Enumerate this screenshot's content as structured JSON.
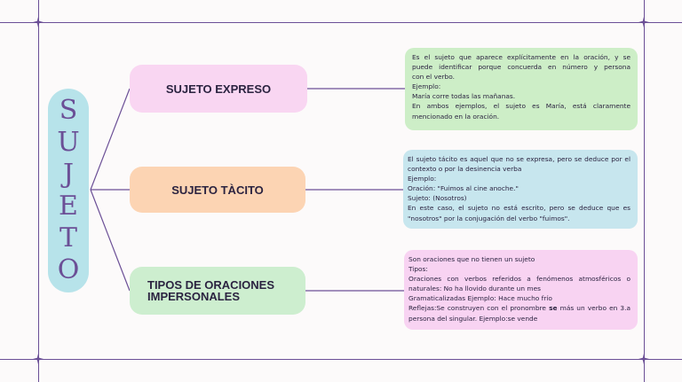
{
  "colors": {
    "frame": "#6b4f96",
    "title_pill": "#b7e3ea",
    "node_expreso": "#f9d6f2",
    "node_tacito": "#fcd4b3",
    "node_impersonales": "#cdeecf",
    "desc_expreso": "#cdeec7",
    "desc_tacito": "#c7e6ee",
    "desc_impersonales": "#f8d3f2"
  },
  "title": {
    "letters": [
      "S",
      "U",
      "J",
      "E",
      "T",
      "O"
    ]
  },
  "nodes": {
    "expreso": "SUJETO EXPRESO",
    "tacito": "SUJETO TÀCITO",
    "impersonales": [
      "TIPOS DE ORACIONES",
      "IMPERSONALES"
    ]
  },
  "descriptions": {
    "expreso": [
      "Es el sujeto que aparece explícitamente en la oración, y se",
      "puede identificar porque concuerda en número y persona",
      "con el verbo.",
      "Ejemplo:",
      "María corre todas las mañanas.",
      "En ambos ejemplos, el sujeto  es María, está claramente",
      "mencionado en la oración."
    ],
    "tacito": [
      "El sujeto tácito es aquel que no se expresa, pero se deduce por el",
      "contexto o por la desinencia verba",
      "Ejemplo:",
      "Oración: \"Fuimos al cine anoche.\"",
      "Sujeto: (Nosotros)",
      "En este caso, el sujeto no está escrito, pero se deduce que es",
      "\"nosotros\" por la conjugación del verbo \"fuimos\"."
    ],
    "impersonales": {
      "line1": "Son oraciones que no tienen un sujeto",
      "line2": "Tipos:",
      "line3": "Oraciones con verbos referidos a fenómenos atmosféricos o",
      "line4": "naturales: No ha llovido durante un mes",
      "line5": "Gramaticalizadas Ejemplo: Hace mucho frío",
      "line6_before": "Reflejas:Se construyen con el pronombre ",
      "line6_bold": "se",
      "line6_after": " más un verbo en 3.a",
      "line7": "persona del singular. Ejemplo:se vende"
    }
  }
}
